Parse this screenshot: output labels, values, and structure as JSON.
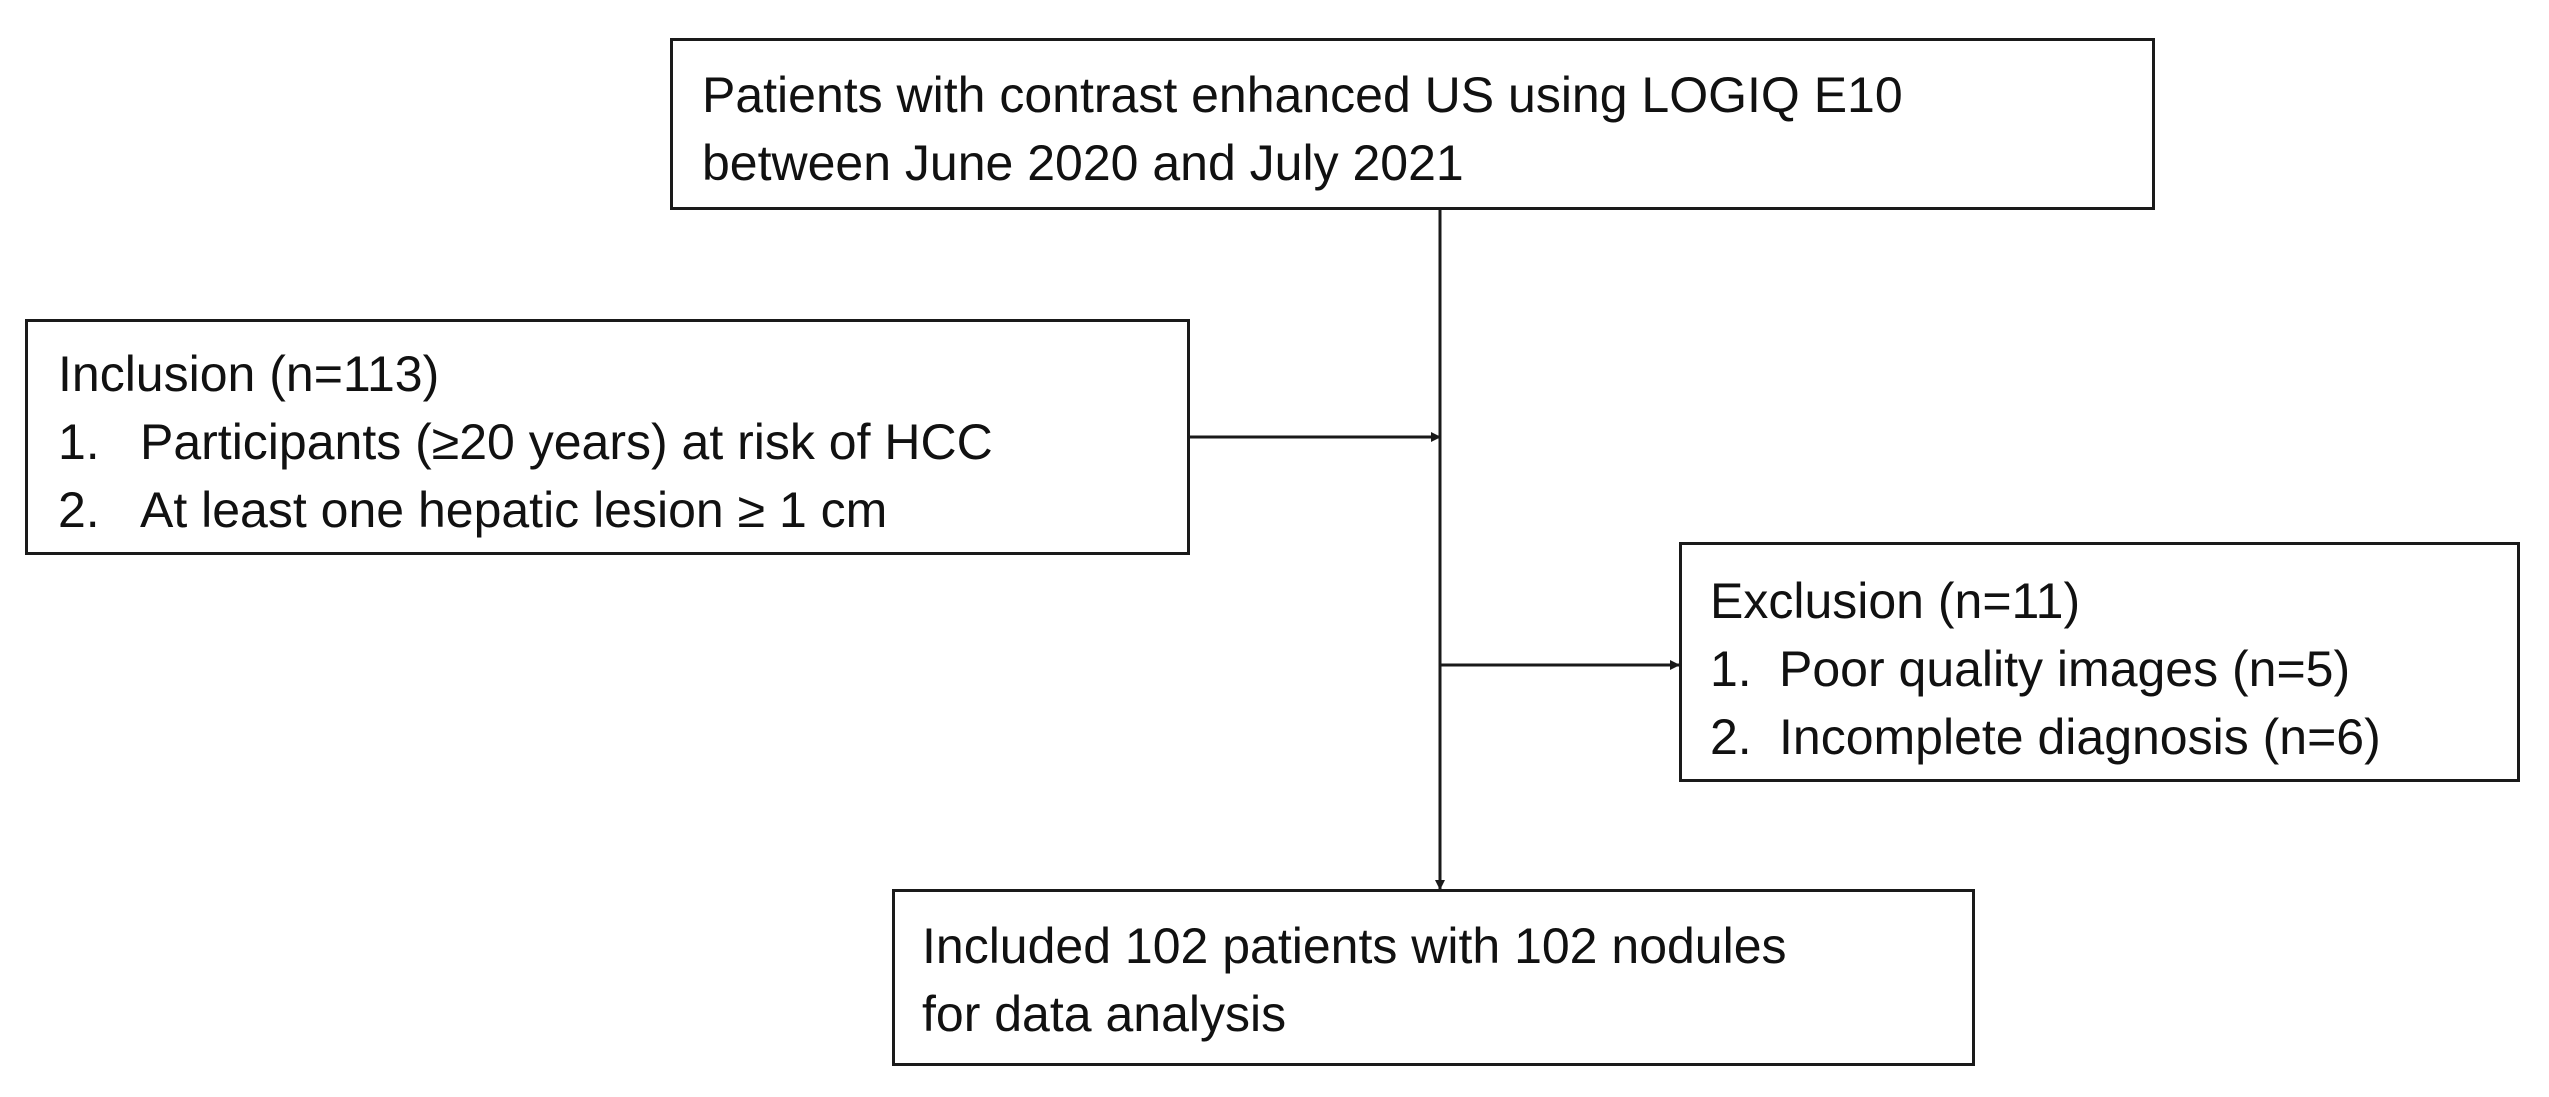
{
  "diagram": {
    "source_box": {
      "lines": [
        "Patients with contrast enhanced US using LOGIQ E10",
        "between June 2020 and July 2021"
      ]
    },
    "inclusion_box": {
      "heading": "Inclusion (n=113)",
      "items": [
        {
          "num": "1.",
          "text": "Participants (≥20 years) at risk of HCC"
        },
        {
          "num": "2.",
          "text": "At least one hepatic lesion ≥ 1 cm"
        }
      ]
    },
    "exclusion_box": {
      "heading": "Exclusion (n=11)",
      "items": [
        {
          "num": "1.",
          "text": "Poor quality images (n=5)"
        },
        {
          "num": "2.",
          "text": "Incomplete diagnosis (n=6)"
        }
      ]
    },
    "result_box": {
      "lines": [
        "Included 102 patients with 102 nodules",
        "for data analysis"
      ]
    },
    "line_color": "#1a1a1a"
  }
}
